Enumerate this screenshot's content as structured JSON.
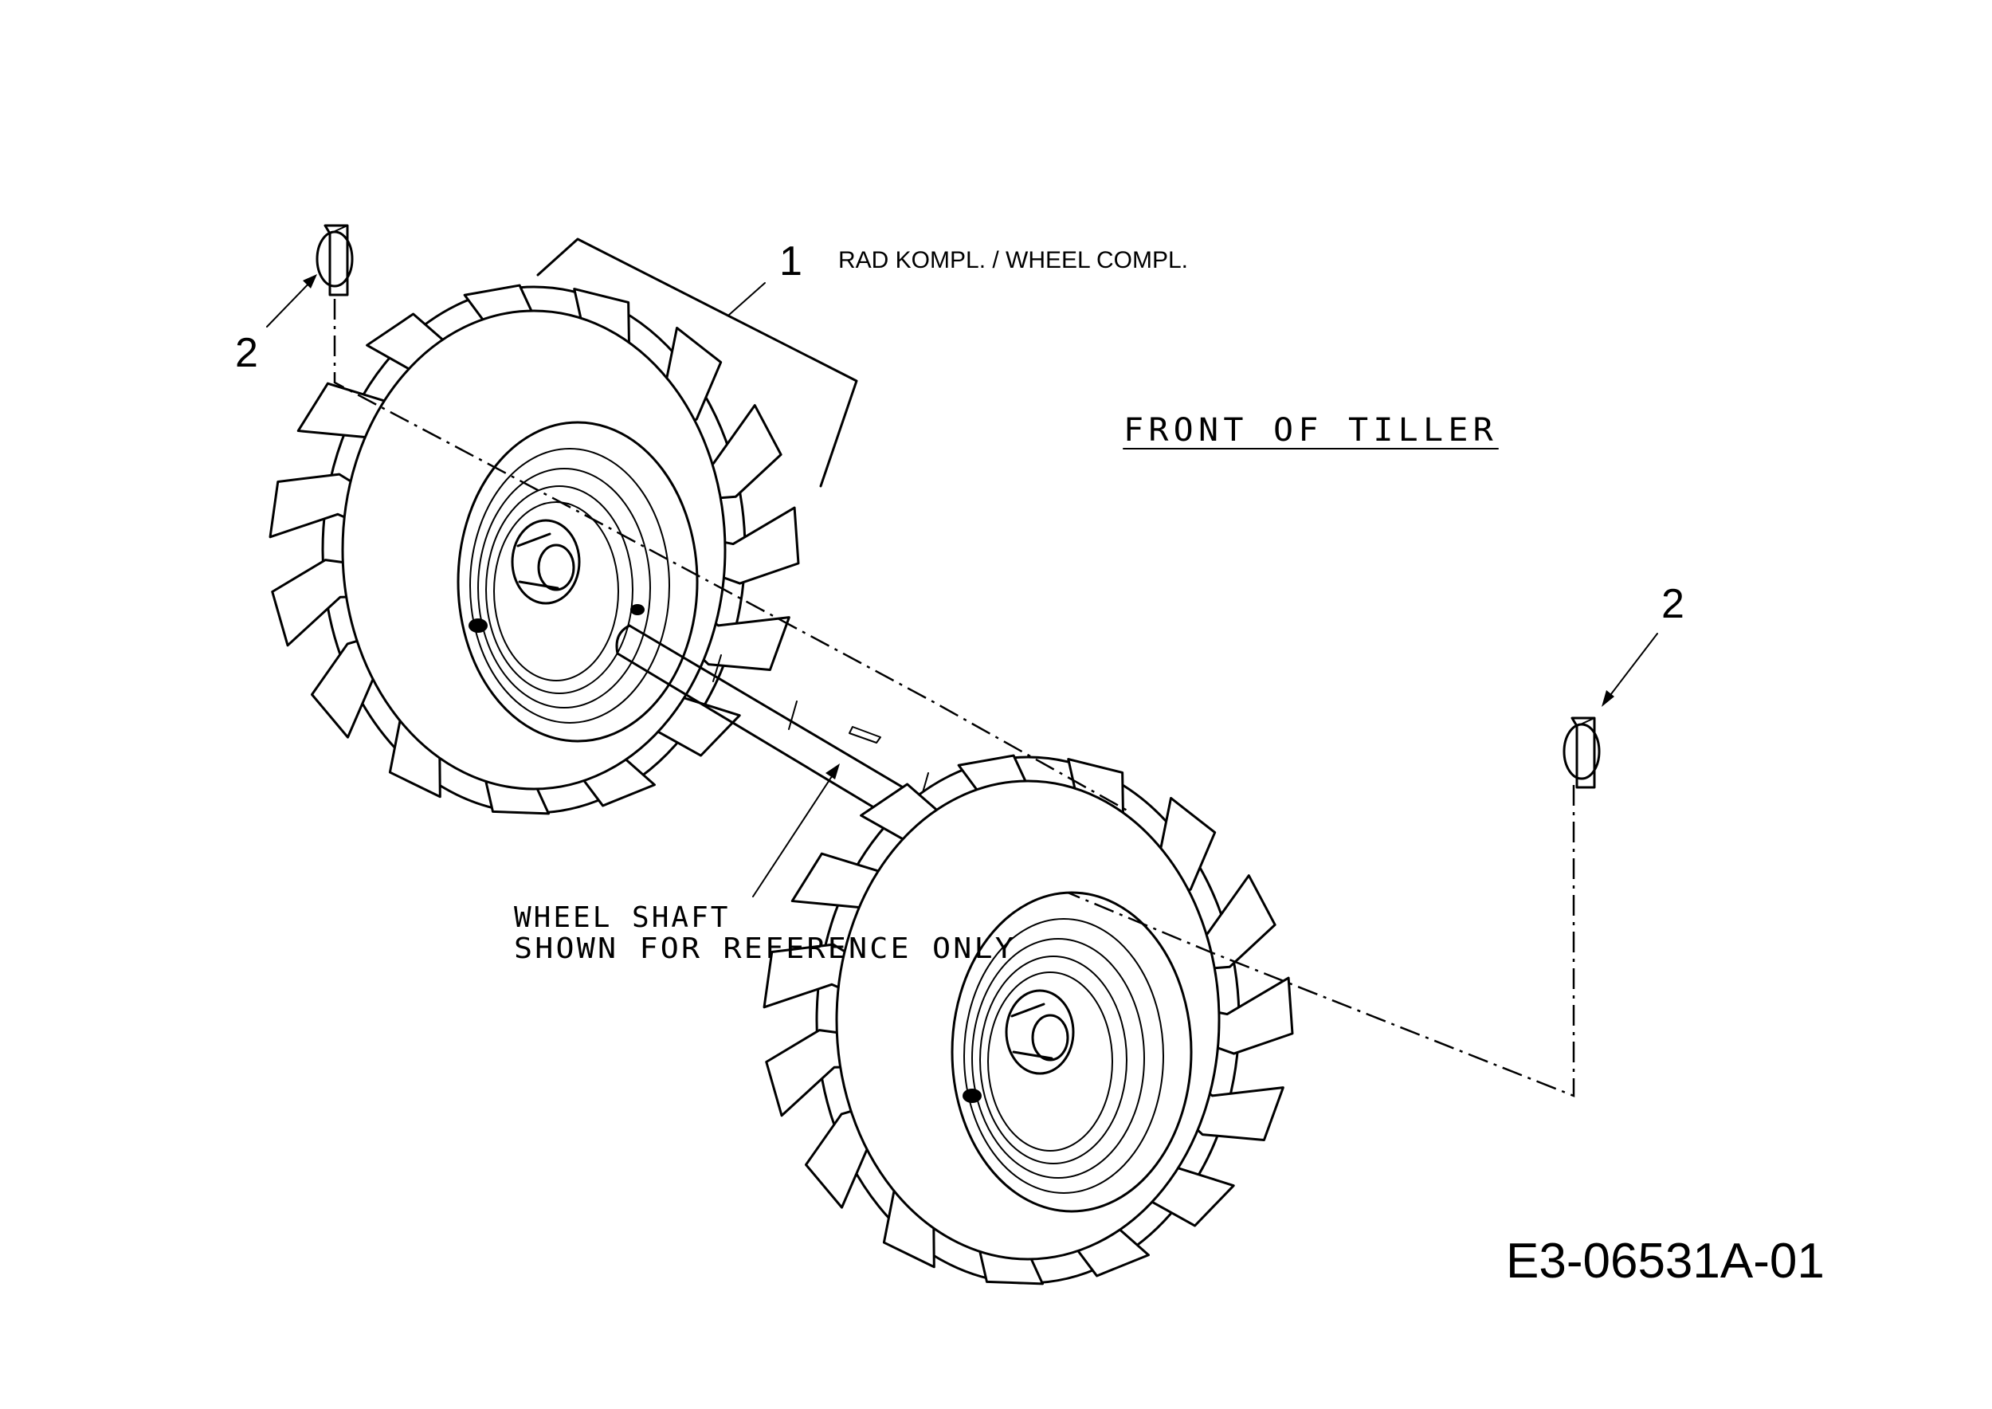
{
  "callouts": {
    "item1": "1",
    "item1_description": "RAD KOMPL. / WHEEL COMPL.",
    "item2_left": "2",
    "item2_right": "2"
  },
  "labels": {
    "front_of_tiller": "FRONT OF TILLER",
    "wheel_shaft_line1": "WHEEL SHAFT",
    "wheel_shaft_line2": "SHOWN FOR REFERENCE ONLY"
  },
  "drawing_number": "E3-06531A-01",
  "colors": {
    "ink": "#000000",
    "background": "#ffffff"
  }
}
